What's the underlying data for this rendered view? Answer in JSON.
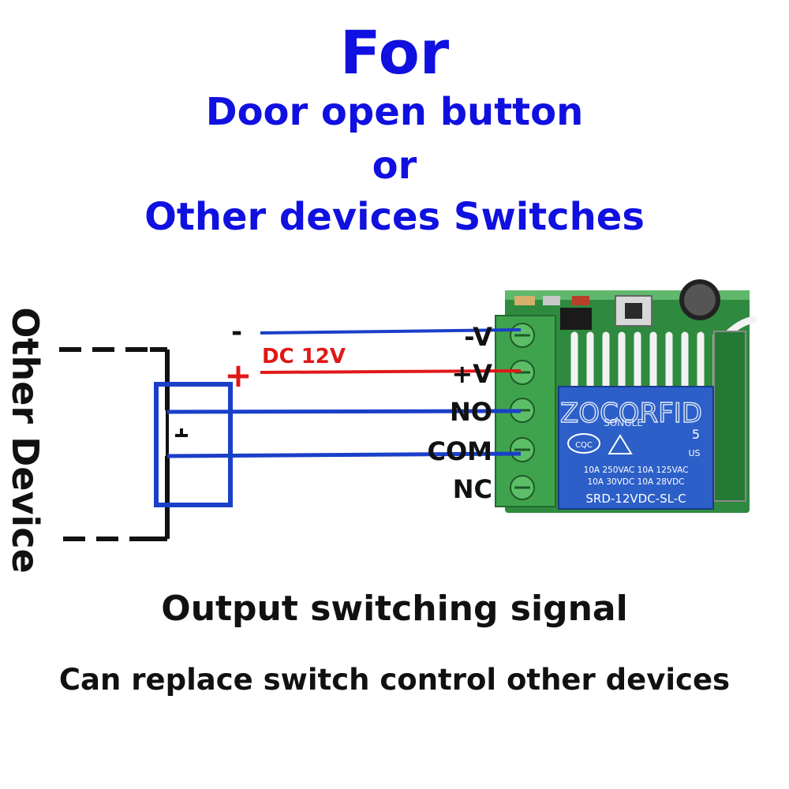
{
  "heading": {
    "for": "For",
    "line1": "Door open button",
    "line2": "or",
    "line3": "Other devices Switches"
  },
  "side_label": "Other Device",
  "power": {
    "minus": "-",
    "plus": "+",
    "dc_label": "DC 12V"
  },
  "terminals": [
    "-V",
    "+V",
    "NO",
    "COM",
    "NC"
  ],
  "relay": {
    "brand": "SONGLE",
    "cert1": "CQC",
    "number": "5",
    "us": "US",
    "rating1": "10A 250VAC  10A 125VAC",
    "rating2": "10A  30VDC  10A  28VDC",
    "model": "SRD-12VDC-SL-C"
  },
  "watermark": "ZOCORFID",
  "footer": {
    "line1": "Output switching signal",
    "line2": "Can replace switch control other devices"
  },
  "colors": {
    "title": "#1010e0",
    "wire_blue": "#1a3fc8",
    "wire_red": "#e01818",
    "pcb_green": "#2e8a3e",
    "relay_blue": "#2c5fc8",
    "terminal_green": "#3fa34d"
  }
}
